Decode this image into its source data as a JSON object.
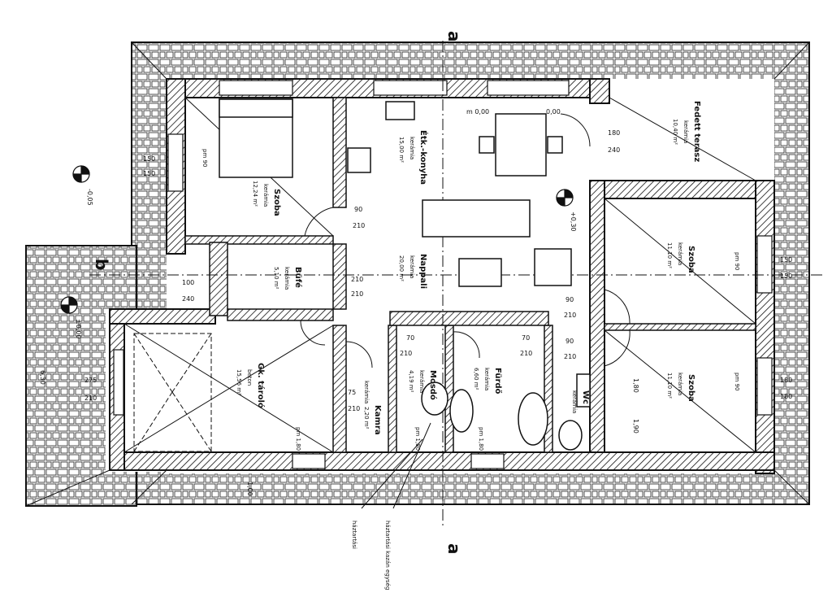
{
  "section": {
    "top": "a",
    "bottom": "a",
    "left": "b"
  },
  "levels": {
    "l_left": "-0,05",
    "l_room": "±0,00",
    "l_center": "+0,30",
    "l_entry": "±0,00"
  },
  "rooms": [
    {
      "name": "Szoba",
      "sub": "kerámia",
      "area": "12,24 m²",
      "h": "pm 90"
    },
    {
      "name": "Étk.-konyha",
      "sub": "kerámia",
      "area": "15,00 m²",
      "h": ""
    },
    {
      "name": "Nappali",
      "sub": "kerámia",
      "area": "20,00 m²",
      "h": ""
    },
    {
      "name": "Büfé",
      "sub": "kerámia",
      "area": "5,10 m²",
      "h": ""
    },
    {
      "name": "Fedett terasz",
      "sub": "kerámia",
      "area": "10,40 m²",
      "h": ""
    },
    {
      "name": "Szoba",
      "sub": "kerámia",
      "area": "11,10 m²",
      "h": "pm 90"
    },
    {
      "name": "Szoba",
      "sub": "kerámia",
      "area": "11,10 m²",
      "h": "pm 90"
    },
    {
      "name": "Gk. tároló",
      "sub": "beton",
      "area": "15,56 m²",
      "h": "pm 1,80"
    },
    {
      "name": "Kamra",
      "sub": "kerámia",
      "area": "2,20 m²",
      "h": ""
    },
    {
      "name": "Mosdó",
      "sub": "kerámia",
      "area": "4,19 m²",
      "h": "pm 1,80"
    },
    {
      "name": "Fürdő",
      "sub": "kerámia",
      "area": "6,60 m²",
      "h": "pm 1,80"
    },
    {
      "name": "Wc",
      "sub": "kerámia",
      "area": "",
      "h": ""
    }
  ],
  "doors": {
    "d1": "90",
    "d1b": "210",
    "d2": "210",
    "d2b": "210",
    "d3": "90",
    "d3b": "210",
    "d4": "90",
    "d4b": "210",
    "d5": "70",
    "d5b": "210",
    "d6": "70",
    "d6b": "210",
    "d7": "75",
    "d7b": "210"
  },
  "windows": {
    "w1": "100",
    "w1b": "240",
    "w2": "180",
    "w2b": "240",
    "w3": "150",
    "w3b": "150",
    "w4": "150",
    "w4b": "150",
    "w5": "275",
    "w5b": "210",
    "w6": "180",
    "w6b": "180"
  },
  "misc": {
    "ceiling": "m 0,00",
    "ceiling2": "0,00",
    "h190": "1,90",
    "h180": "1,80",
    "w630": "6,30",
    "d100": "1,00"
  },
  "notes": {
    "n1": "háztartási",
    "n2": "háztartási kazán egység"
  }
}
